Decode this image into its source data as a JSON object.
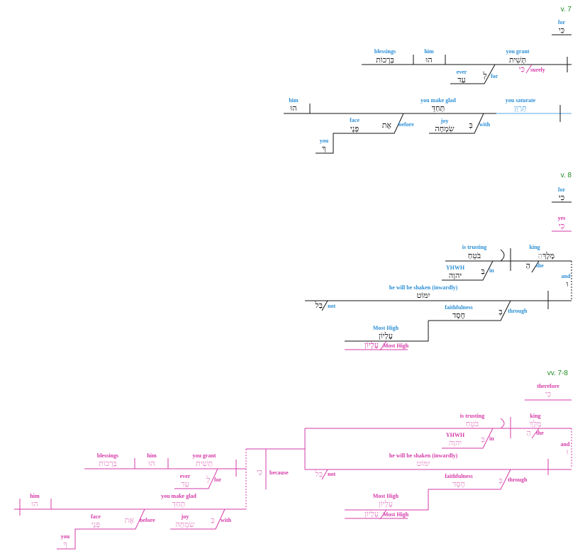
{
  "verses": {
    "v7": "v. 7",
    "v8": "v. 8",
    "v78": "vv. 7-8"
  },
  "v7": {
    "for_gloss": "for",
    "ki": "כִּי",
    "blessings_gloss": "blessings",
    "blessings": "בְּרָכוֹת",
    "him_gloss": "him",
    "hu": "הוּ",
    "grant_gloss": "you grant",
    "tashit": "תְּשִׁית",
    "surely_gloss": "surely",
    "ever_gloss": "ever",
    "le": "לְ",
    "for_prep": "for",
    "ad": "עַד",
    "him2_gloss": "him",
    "hu2": "הוּ",
    "glad_gloss": "you make glad",
    "techaddeh": "תְּחַדֵּ",
    "saturate_gloss": "you saturate",
    "saturate_he": "תְּרַוֵּן",
    "face_gloss": "face",
    "et": "אֶת",
    "before_gloss": "before",
    "pane": "פָּנֶי",
    "kaf": "ךָ",
    "joy_gloss": "joy",
    "be": "בְּ",
    "with_gloss": "with",
    "simcha": "שִׂמְחָה",
    "you_gloss": "you",
    "kaf2": "ךָ"
  },
  "v8": {
    "for_gloss": "for",
    "ki": "כִּי",
    "yes_gloss": "yes",
    "ki2": "כִּי",
    "trusting_gloss": "is trusting",
    "boteach": "בֹּטֵחַ",
    "king_gloss": "king",
    "ha": "הַ",
    "melekh": "מֶּלֶךְ",
    "yhwh_gloss": "YHWH",
    "yhwh": "יהוָה",
    "be": "בַּ",
    "in_gloss": "in",
    "ha2": "הַ",
    "the_gloss": "the",
    "and_gloss": "and",
    "vav": "וּ",
    "shaken_gloss": "he will be shaken (inwardly)",
    "yimmot": "יִמּוֹט",
    "bal": "בַּל",
    "not_gloss": "not",
    "faith_gloss": "faithfulness",
    "chesed": "חֶסֶד",
    "be2": "בְּ",
    "through_gloss": "through",
    "most_high_gloss": "Most High",
    "elyon": "עֶלְיוֹן",
    "elyon_app": "עֶלְיוֹן",
    "most_high_app": "Most High"
  },
  "combined": {
    "therefore_gloss": "therefore",
    "ki_top": "כִּי",
    "trusting_gloss": "is trusting",
    "boteach": "בֹּטֵחַ",
    "king_gloss": "king",
    "melekh": "מֶּלֶךְ",
    "yhwh_gloss": "YHWH",
    "yhwh": "יהוָה",
    "be": "בַּ",
    "in_gloss": "in",
    "ha": "הַ",
    "the_gloss": "the",
    "and_gloss": "and",
    "vav": "וּ",
    "shaken_gloss": "he will be shaken (inwardly)",
    "yimmot": "יִמּוֹט",
    "bal": "בַּל",
    "not_gloss": "not",
    "faith_gloss": "faithfulness",
    "chesed": "חֶסֶד",
    "be2": "בְּ",
    "through_gloss": "through",
    "most_high_gloss": "Most High",
    "elyon": "עֶלְיוֹן",
    "elyon_app": "עֶלְיוֹן",
    "most_high_app": "Most High",
    "ki_because": "כִּי",
    "because_gloss": "because",
    "blessings_gloss": "blessings",
    "blessings": "בְּרָכוֹת",
    "him_gloss": "him",
    "hu": "הוּ",
    "grant_gloss": "you grant",
    "tashit": "תְּשִׁית",
    "ever_gloss": "ever",
    "le": "לְ",
    "for_prep": "for",
    "ad": "עַד",
    "him2_gloss": "him",
    "hu2": "הוּ",
    "glad_gloss": "you make glad",
    "techaddeh": "תְּחַדֵּ",
    "face_gloss": "face",
    "et": "אֶת",
    "before_gloss": "before",
    "pane": "פָּנֶי",
    "kaf": "ךָ",
    "joy_gloss": "joy",
    "be3": "בְּ",
    "with_gloss": "with",
    "simcha": "שִׂמְחָה",
    "you_gloss": "you",
    "kaf2": "ךָ"
  }
}
